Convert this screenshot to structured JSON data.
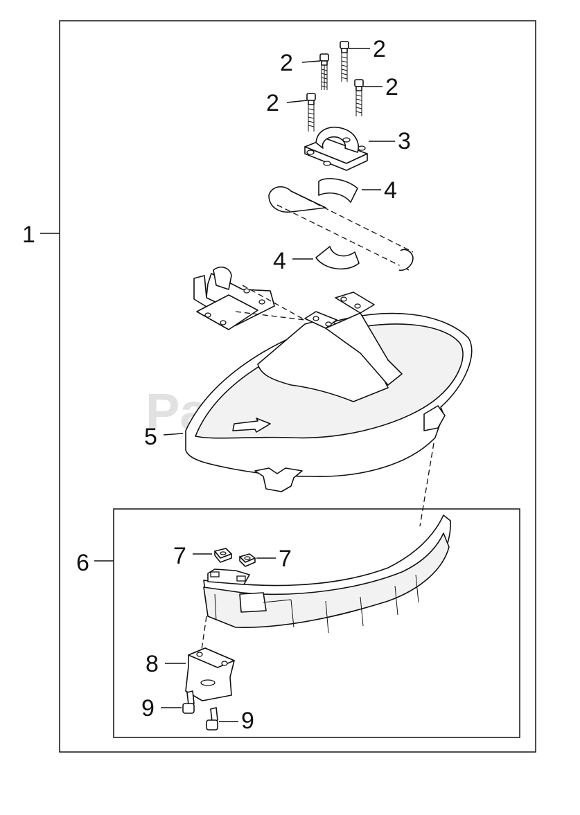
{
  "diagram": {
    "watermark": "PartsTree",
    "watermark_tm": "™",
    "callouts": {
      "c1": "1",
      "c2a": "2",
      "c2b": "2",
      "c2c": "2",
      "c2d": "2",
      "c3": "3",
      "c4a": "4",
      "c4b": "4",
      "c5": "5",
      "c6": "6",
      "c7a": "7",
      "c7b": "7",
      "c8": "8",
      "c9a": "9",
      "c9b": "9"
    }
  }
}
